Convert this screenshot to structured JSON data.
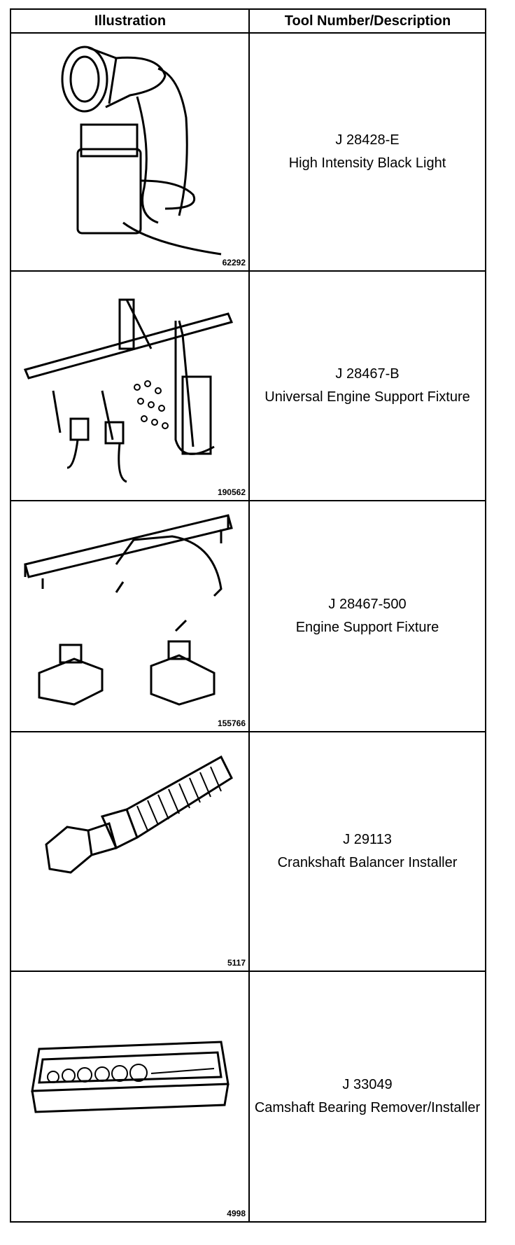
{
  "header": {
    "col_illustration": "Illustration",
    "col_tool": "Tool Number/Description"
  },
  "rows": [
    {
      "fig": "62292",
      "number": "J 28428-E",
      "description": "High Intensity Black Light",
      "icon": "black-light-lamp"
    },
    {
      "fig": "190562",
      "number": "J 28467-B",
      "description": "Universal Engine Support Fixture",
      "icon": "engine-support-fixture"
    },
    {
      "fig": "155766",
      "number": "J 28467-500",
      "description": "Engine Support Fixture",
      "icon": "engine-support-bar"
    },
    {
      "fig": "5117",
      "number": "J 29113",
      "description": "Crankshaft Balancer Installer",
      "icon": "threaded-bolt"
    },
    {
      "fig": "4998",
      "number": "J 33049",
      "description": "Camshaft Bearing Remover/Installer",
      "icon": "tool-case"
    }
  ]
}
